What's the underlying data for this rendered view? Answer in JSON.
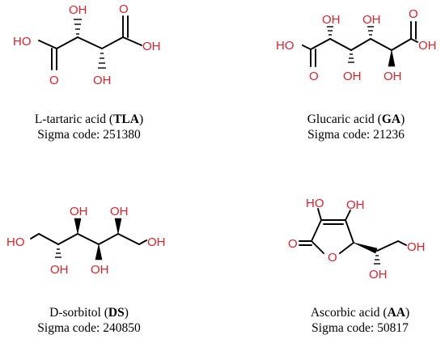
{
  "atom_labels": {
    "hydroxyl": "OH",
    "hydroxyl_left": "HO",
    "oxygen": "O"
  },
  "compounds": [
    {
      "name": "L-tartaric acid",
      "abbr": "TLA",
      "sigma": "Sigma code: 251380"
    },
    {
      "name": "Glucaric acid",
      "abbr": "GA",
      "sigma": "Sigma code: 21236"
    },
    {
      "name": "D-sorbitol",
      "abbr": "DS",
      "sigma": "Sigma code: 240850"
    },
    {
      "name": "Ascorbic acid",
      "abbr": "AA",
      "sigma": "Sigma code: 50817"
    }
  ],
  "colors": {
    "heteroatom": "#e4202a",
    "bond": "#000000"
  }
}
